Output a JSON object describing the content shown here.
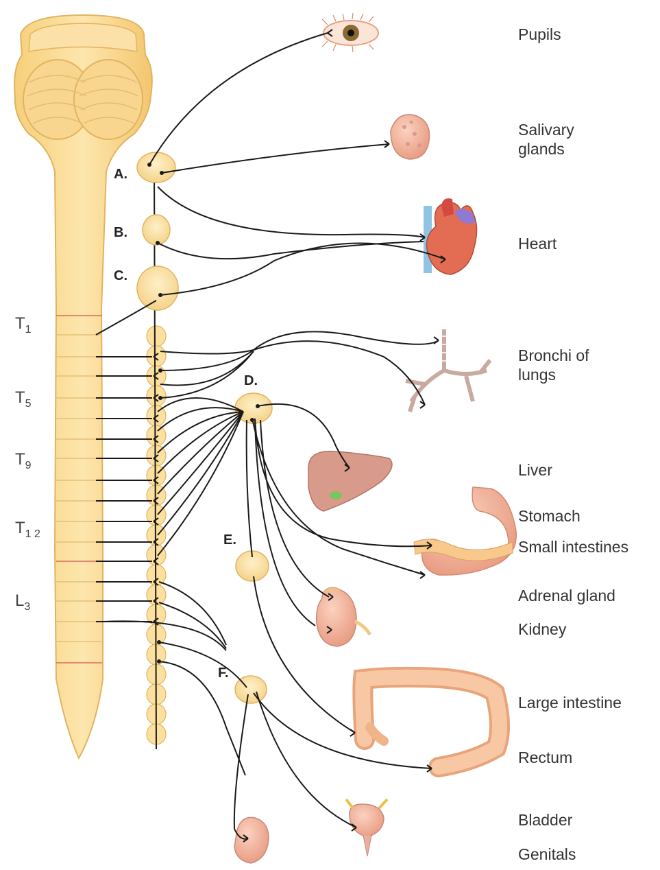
{
  "organs": [
    {
      "label": "Pupils"
    },
    {
      "label": "Salivary\nglands"
    },
    {
      "label": "Heart"
    },
    {
      "label": "Bronchi of\nlungs"
    },
    {
      "label": "Liver"
    },
    {
      "label": "Stomach"
    },
    {
      "label": "Small intestines"
    },
    {
      "label": "Adrenal gland"
    },
    {
      "label": "Kidney"
    },
    {
      "label": "Large intestine"
    },
    {
      "label": "Rectum"
    },
    {
      "label": "Bladder"
    },
    {
      "label": "Genitals"
    }
  ],
  "ganglia": {
    "a": "A.",
    "b": "B.",
    "c": "C.",
    "d": "D.",
    "e": "E.",
    "f": "F."
  },
  "segments": {
    "t1": {
      "letter": "T",
      "num": "1"
    },
    "t5": {
      "letter": "T",
      "num": "5"
    },
    "t9": {
      "letter": "T",
      "num": "9"
    },
    "t12": {
      "letter": "T",
      "num": "1 2"
    },
    "l3": {
      "letter": "L",
      "num": "3"
    }
  },
  "colors": {
    "cord": "#fbdf9a",
    "cord_edge": "#e8c06a",
    "segment_line": "#d96a5a",
    "nerve": "#1a1a1a",
    "organ_pink": "#f2b8a0",
    "heart": "#e0604a"
  }
}
